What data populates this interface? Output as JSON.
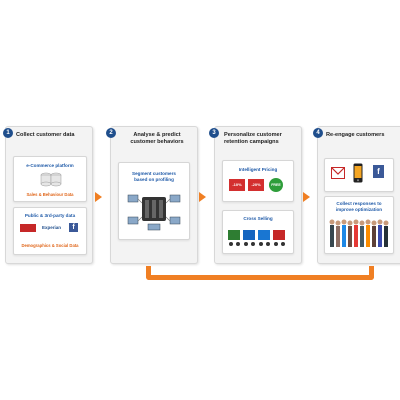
{
  "colors": {
    "accent": "#f07f23",
    "step_number": "#1f4e8c",
    "label_blue": "#1f5aa8",
    "label_orange": "#e0661a"
  },
  "steps": [
    {
      "number": "1",
      "title": "Collect customer data",
      "cards": [
        {
          "title": "e-Commerce platform",
          "caption": "Sales & Behaviour Data"
        },
        {
          "title": "Public & 3rd-party data",
          "caption": "Demographics & Social Data",
          "sources": [
            "Experian",
            "f"
          ]
        }
      ]
    },
    {
      "number": "2",
      "title": "Analyse & predict customer behaviors",
      "cards": [
        {
          "title": "Segment customers based on profiling"
        }
      ]
    },
    {
      "number": "3",
      "title": "Personalize customer retention campaigns",
      "cards": [
        {
          "title": "Intelligent Pricing",
          "badges": [
            "-10%",
            "-20%",
            "FREE"
          ]
        },
        {
          "title": "Cross Selling"
        }
      ]
    },
    {
      "number": "4",
      "title": "Re-engage customers",
      "cards": [
        {
          "title": "",
          "icons": [
            "mail-icon",
            "phone-icon",
            "facebook-icon"
          ]
        },
        {
          "title": "Collect responses to improve optimization"
        }
      ]
    }
  ]
}
